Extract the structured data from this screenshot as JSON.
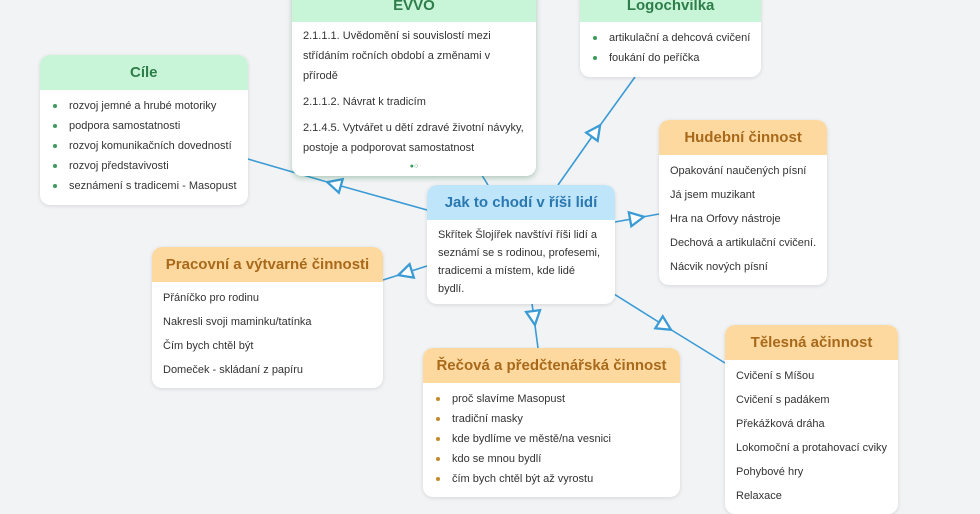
{
  "colors": {
    "link": "#3a9bd5",
    "green_header": "#c8f5d8",
    "orange_header": "#fdd9a0",
    "blue_header": "#bfe5fb"
  },
  "center": {
    "title": "Jak to chodí v říši lidí",
    "text": "Skřítek Šlojířek navštíví říši lidí a seznámí se s rodinou, profesemi, tradicemi a místem, kde lidé bydlí."
  },
  "evvo": {
    "title": "EVVO",
    "items": [
      "2.1.1.1. Uvědomění si souvislostí mezi střídáním ročních období a změnami v přírodě",
      "2.1.1.2. Návrat k tradicím",
      "2.1.4.5. Vytvářet u dětí zdravé životní návyky, postoje a podporovat samostatnost"
    ],
    "pager": "●○"
  },
  "logochvilka": {
    "title": "Logochvilka",
    "items": [
      "artikulační a dehcová cvičení",
      "foukání do peříčka"
    ]
  },
  "cile": {
    "title": "Cíle",
    "items": [
      "rozvoj jemné a hrubé motoriky",
      "podpora samostatnosti",
      "rozvoj komunikačních dovedností",
      "rozvoj představivosti",
      "seznámení s tradicemi - Masopust"
    ]
  },
  "hudebni": {
    "title": "Hudební činnost",
    "items": [
      "Opakování naučených písní",
      "Já jsem muzikant",
      "Hra na Orfovy nástroje",
      "Dechová a artikulační cvičení.",
      "Nácvik nových písní"
    ]
  },
  "pracovni": {
    "title": "Pracovní a výtvarné činnosti",
    "items": [
      "Přáníčko pro rodinu",
      "Nakresli svoji maminku/tatínka",
      "Čím bych chtěl být",
      "Domeček - skládaní z papíru"
    ]
  },
  "recova": {
    "title": "Řečová a předčtenářská činnost",
    "items": [
      "proč slavíme Masopust",
      "tradiční masky",
      "kde bydlíme ve městě/na vesnici",
      "kdo se mnou bydlí",
      "čím bych chtěl být až vyrostu"
    ]
  },
  "telesna": {
    "title": "Tělesná ačinnost",
    "items": [
      "Cvičení s Míšou",
      "Cvičení s padákem",
      "Překážková dráha",
      "Lokomoční a protahovací cviky",
      "Pohybové hry",
      "Relaxace"
    ]
  }
}
